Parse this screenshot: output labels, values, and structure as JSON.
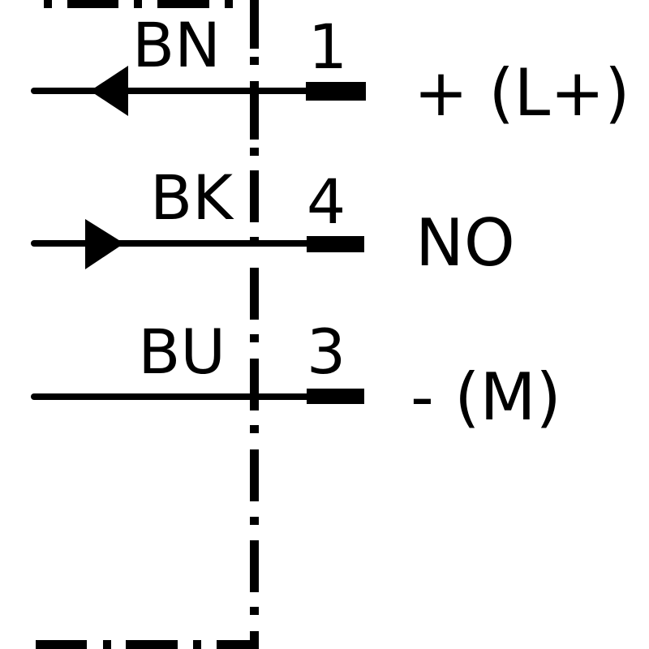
{
  "diagram": {
    "type": "sensor connection / wiring diagram",
    "colors": {
      "line": "#000000",
      "background": "#ffffff"
    },
    "housing_boundary": {
      "style": "dash-dot",
      "description": "sensor housing outline (top, right side, bottom)"
    },
    "connections": [
      {
        "wire_color_code": "BN",
        "pin": "1",
        "signal": "+ (L+)",
        "arrow": "arrow-left-icon"
      },
      {
        "wire_color_code": "BK",
        "pin": "4",
        "signal": "NO",
        "arrow": "arrow-right-icon"
      },
      {
        "wire_color_code": "BU",
        "pin": "3",
        "signal": "- (M)",
        "arrow": null
      }
    ]
  }
}
